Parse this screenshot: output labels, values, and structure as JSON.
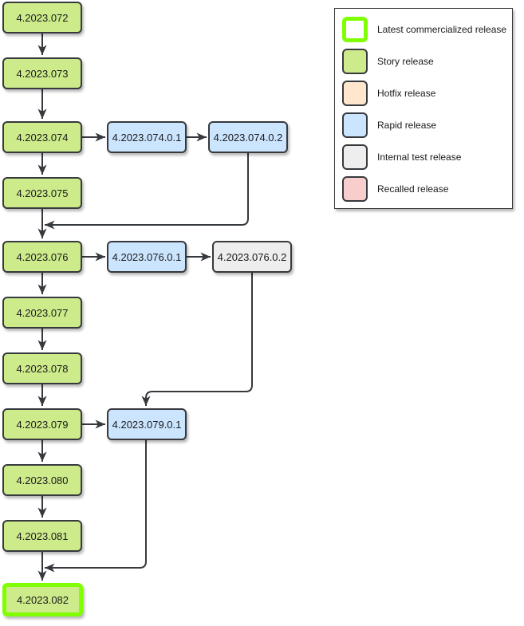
{
  "colors": {
    "story": "#cdeb8b",
    "rapid": "#cce5ff",
    "hotfix": "#ffe6cc",
    "internal": "#eeeeee",
    "recalled": "#f8cecc",
    "latest_border": "#80ff00",
    "edge": "#36393d"
  },
  "nodes": {
    "n072": {
      "label": "4.2023.072",
      "kind": "story"
    },
    "n073": {
      "label": "4.2023.073",
      "kind": "story"
    },
    "n074": {
      "label": "4.2023.074",
      "kind": "story"
    },
    "n074_0_1": {
      "label": "4.2023.074.0.1",
      "kind": "rapid"
    },
    "n074_0_2": {
      "label": "4.2023.074.0.2",
      "kind": "rapid"
    },
    "n075": {
      "label": "4.2023.075",
      "kind": "story"
    },
    "n076": {
      "label": "4.2023.076",
      "kind": "story"
    },
    "n076_0_1": {
      "label": "4.2023.076.0.1",
      "kind": "rapid"
    },
    "n076_0_2": {
      "label": "4.2023.076.0.2",
      "kind": "internal"
    },
    "n077": {
      "label": "4.2023.077",
      "kind": "story"
    },
    "n078": {
      "label": "4.2023.078",
      "kind": "story"
    },
    "n079": {
      "label": "4.2023.079",
      "kind": "story"
    },
    "n079_0_1": {
      "label": "4.2023.079.0.1",
      "kind": "rapid"
    },
    "n080": {
      "label": "4.2023.080",
      "kind": "story"
    },
    "n081": {
      "label": "4.2023.081",
      "kind": "story"
    },
    "n082": {
      "label": "4.2023.082",
      "kind": "story",
      "latest": true
    }
  },
  "legend": {
    "items": [
      {
        "label": "Latest commercialized release",
        "kind": "latest"
      },
      {
        "label": "Story release",
        "kind": "story"
      },
      {
        "label": "Hotfix release",
        "kind": "hotfix"
      },
      {
        "label": "Rapid release",
        "kind": "rapid"
      },
      {
        "label": "Internal test release",
        "kind": "internal"
      },
      {
        "label": "Recalled release",
        "kind": "recalled"
      }
    ]
  }
}
